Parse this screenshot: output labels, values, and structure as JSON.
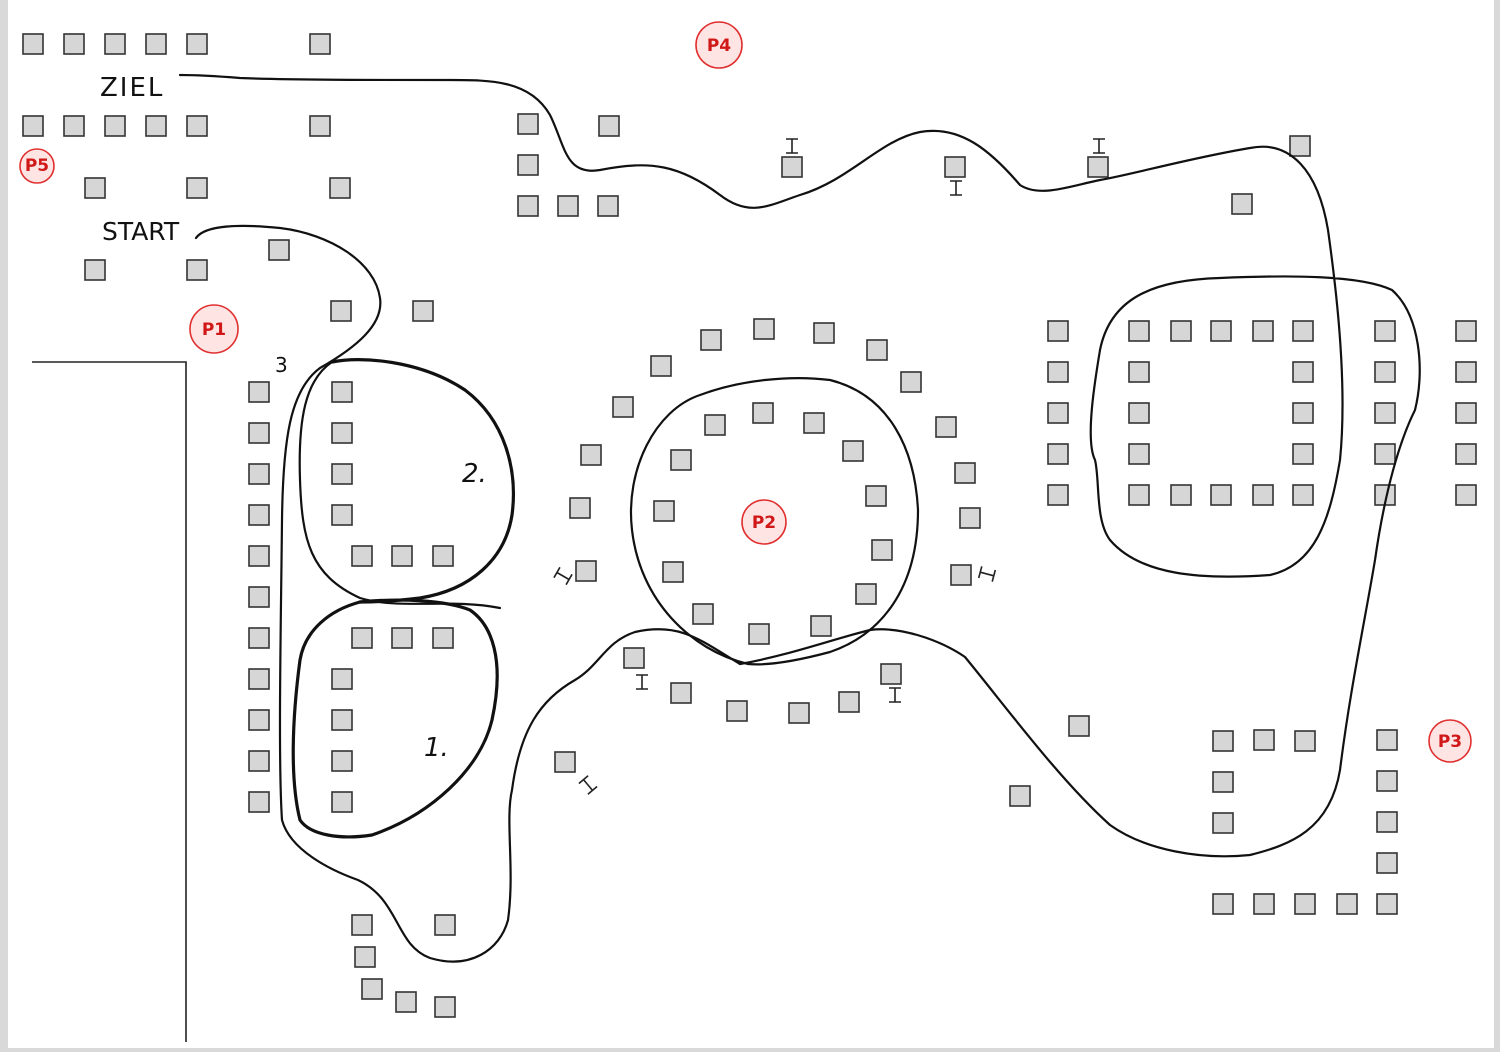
{
  "labels": {
    "ziel": "ZIEL",
    "start": "START",
    "loop1": "1.",
    "loop2": "2.",
    "loop3": "3"
  },
  "points": [
    {
      "id": "p1",
      "label": "P1"
    },
    {
      "id": "p2",
      "label": "P2"
    },
    {
      "id": "p3",
      "label": "P3"
    },
    {
      "id": "p4",
      "label": "P4"
    },
    {
      "id": "p5",
      "label": "P5"
    }
  ],
  "colors": {
    "cone_fill": "#d6d6d6",
    "course_line": "#111111",
    "point_marker": "#e03030"
  }
}
